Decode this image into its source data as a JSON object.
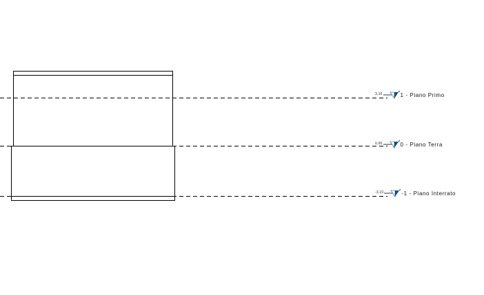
{
  "view": {
    "background": "#ffffff",
    "line_color": "#000000",
    "marker_color": "#0d4f8b"
  },
  "levels": [
    {
      "id": "primo",
      "elevation": "3,10",
      "name": "1 - Piano Primo",
      "marker": "level-head-icon"
    },
    {
      "id": "terra",
      "elevation": "0,00",
      "name": "0 - Piano Terra",
      "marker": "level-head-icon"
    },
    {
      "id": "interrato",
      "elevation": "-3,10",
      "name": "-1 - Piano Interrato",
      "marker": "level-head-icon"
    }
  ]
}
